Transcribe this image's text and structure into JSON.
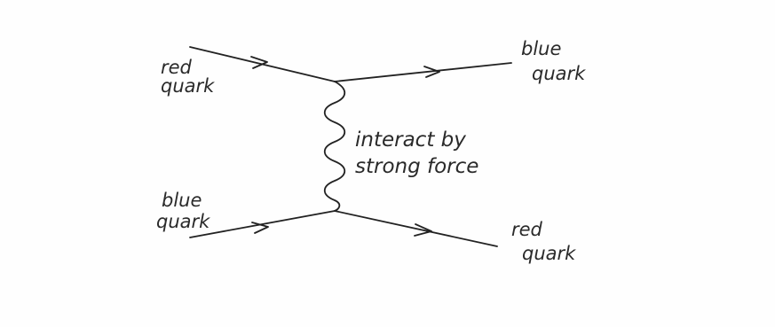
{
  "diagram": {
    "incoming_top_label": [
      "red",
      "quark"
    ],
    "incoming_bottom_label": [
      "blue",
      "quark"
    ],
    "outgoing_top_label": [
      "blue",
      "quark"
    ],
    "outgoing_bottom_label": [
      "red",
      "quark"
    ],
    "interaction_label": [
      "interact by",
      "strong force"
    ]
  },
  "colors": {
    "ink": "#222222",
    "paper": "#fefefe"
  }
}
